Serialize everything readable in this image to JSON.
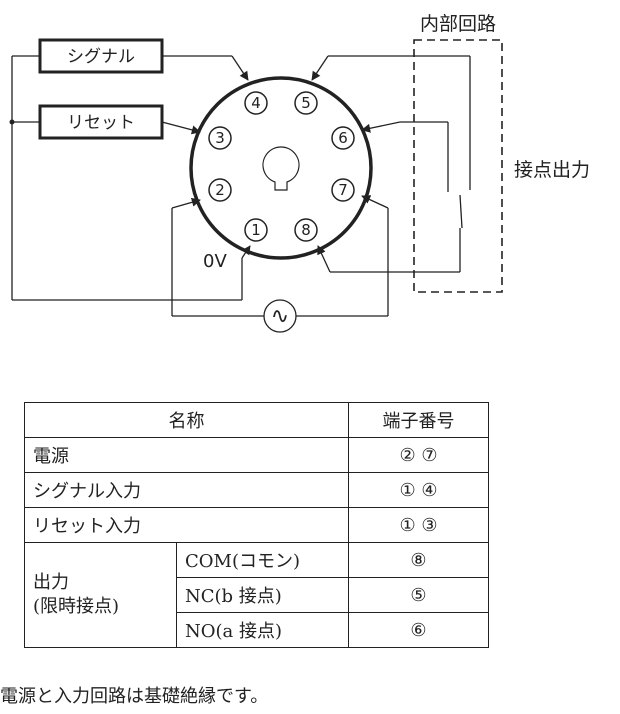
{
  "diagram": {
    "internal_circuit": "内部回路",
    "contact_output": "接点出力",
    "signal_box": "シグナル",
    "reset_box": "リセット",
    "zero_v": "0V",
    "ac_symbol": "∿",
    "terminals": {
      "t1": "1",
      "t2": "2",
      "t3": "3",
      "t4": "4",
      "t5": "5",
      "t6": "6",
      "t7": "7",
      "t8": "8"
    }
  },
  "table": {
    "headers": {
      "name": "名称",
      "terminal": "端子番号"
    },
    "rows": {
      "power": {
        "name": "電源",
        "terminal": "②  ⑦"
      },
      "signal": {
        "name": "シグナル入力",
        "terminal": "①  ④"
      },
      "reset": {
        "name": "リセット入力",
        "terminal": "①  ③"
      }
    },
    "output": {
      "label_line1": "出力",
      "label_line2": "(限時接点)",
      "com": {
        "name": "COM(コモン)",
        "terminal": "⑧"
      },
      "nc": {
        "name": "NC(b 接点)",
        "terminal": "⑤"
      },
      "no": {
        "name": "NO(a 接点)",
        "terminal": "⑥"
      }
    }
  },
  "footnote": "電源と入力回路は基礎絶縁です。"
}
